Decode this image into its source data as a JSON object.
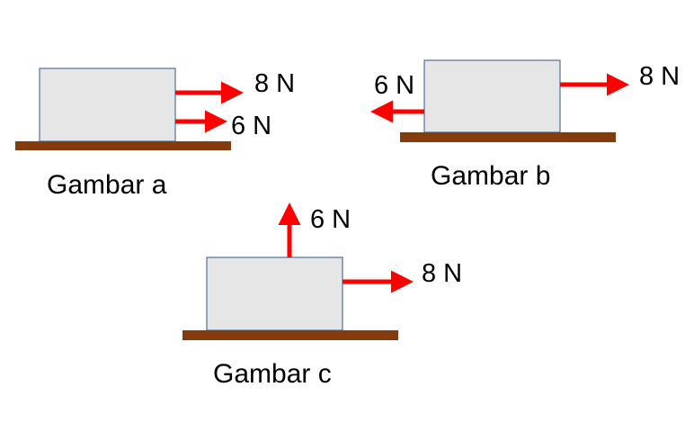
{
  "colors": {
    "box_fill": "#e7e6e6",
    "box_stroke": "#2e5a87",
    "ground": "#843c0c",
    "arrow": "#ff0000",
    "text": "#000000"
  },
  "figures": [
    {
      "caption": "Gambar a",
      "forces": [
        {
          "label": "8 N",
          "direction": "right"
        },
        {
          "label": "6 N",
          "direction": "right"
        }
      ]
    },
    {
      "caption": "Gambar b",
      "forces": [
        {
          "label": "6 N",
          "direction": "left"
        },
        {
          "label": "8 N",
          "direction": "right"
        }
      ]
    },
    {
      "caption": "Gambar c",
      "forces": [
        {
          "label": "6 N",
          "direction": "up"
        },
        {
          "label": "8 N",
          "direction": "right"
        }
      ]
    }
  ]
}
